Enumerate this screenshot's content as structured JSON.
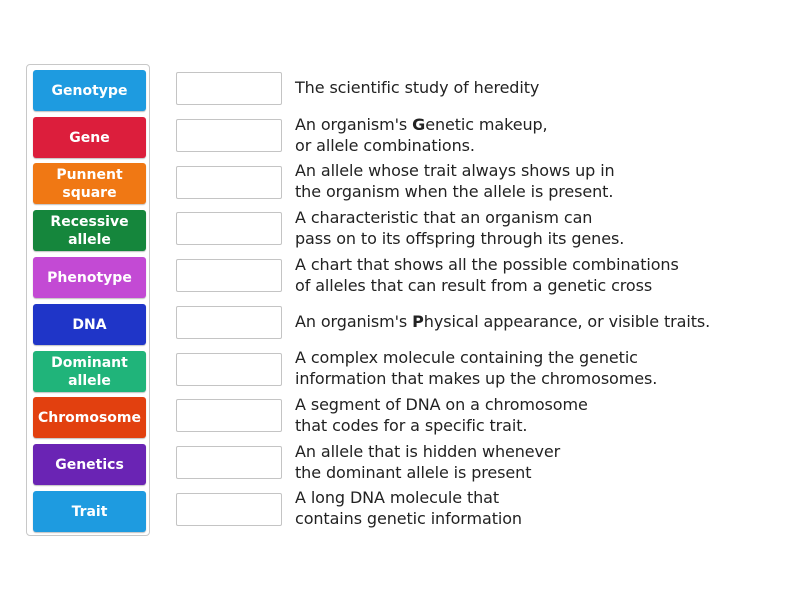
{
  "tiles": [
    {
      "label": "Genotype",
      "line1": "Genotype",
      "line2": "",
      "color": "#1e9be0"
    },
    {
      "label": "Gene",
      "line1": "Gene",
      "line2": "",
      "color": "#dc1e3c"
    },
    {
      "label": "Punnent square",
      "line1": "Punnent",
      "line2": "square",
      "color": "#f07814"
    },
    {
      "label": "Recessive allele",
      "line1": "Recessive",
      "line2": "allele",
      "color": "#15863c"
    },
    {
      "label": "Phenotype",
      "line1": "Phenotype",
      "line2": "",
      "color": "#c34ad4"
    },
    {
      "label": "DNA",
      "line1": "DNA",
      "line2": "",
      "color": "#1f35c8"
    },
    {
      "label": "Dominant allele",
      "line1": "Dominant",
      "line2": "allele",
      "color": "#20b47a"
    },
    {
      "label": "Chromosome",
      "line1": "Chromosome",
      "line2": "",
      "color": "#e2400f"
    },
    {
      "label": "Genetics",
      "line1": "Genetics",
      "line2": "",
      "color": "#6a24b4"
    },
    {
      "label": "Trait",
      "line1": "Trait",
      "line2": "",
      "color": "#1e9be0"
    }
  ],
  "definitions": [
    {
      "line1": "The scientific study of heredity",
      "line2": ""
    },
    {
      "line1_pre": "An organism's ",
      "line1_bold": "G",
      "line1_post": "enetic makeup,",
      "line2": "or allele combinations."
    },
    {
      "line1": "An allele whose trait always shows up in",
      "line2": "the organism when the allele is present."
    },
    {
      "line1": "A characteristic that an organism can",
      "line2": "pass on to its offspring through its genes."
    },
    {
      "line1": "A chart that shows all the possible combinations",
      "line2": "of alleles that can result from a genetic cross"
    },
    {
      "line1_pre": "An organism's ",
      "line1_bold": "P",
      "line1_post": "hysical appearance, or visible traits.",
      "line2": ""
    },
    {
      "line1": "A complex molecule containing the genetic",
      "line2": "information that makes up the chromosomes."
    },
    {
      "line1": "A segment of DNA on a chromosome",
      "line2": "that codes for a specific trait."
    },
    {
      "line1": "An allele that is hidden whenever",
      "line2": "the dominant allele is present"
    },
    {
      "line1": "A long DNA molecule that",
      "line2": "contains genetic information"
    }
  ]
}
